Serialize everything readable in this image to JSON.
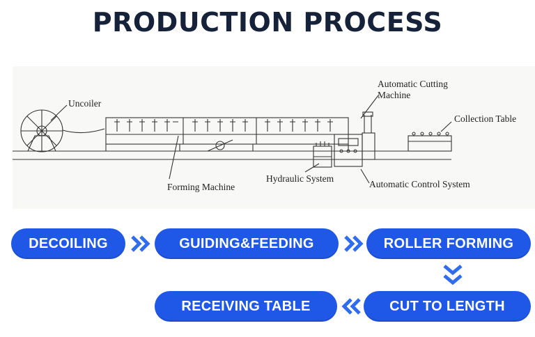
{
  "title": "PRODUCTION PROCESS",
  "diagram": {
    "labels": {
      "uncoiler": "Uncoiler",
      "forming_machine": "Forming Machine",
      "hydraulic_system": "Hydraulic System",
      "cutting_line1": "Automatic Cutting",
      "cutting_line2": "Machine",
      "collection_table": "Collection Table",
      "control_system": "Automatic Control System"
    }
  },
  "steps": {
    "step1": "DECOILING",
    "step2": "GUIDING&FEEDING",
    "step3": "ROLLER FORMING",
    "step4": "CUT TO LENGTH",
    "step5": "RECEIVING TABLE"
  },
  "colors": {
    "accent": "#1f58e6",
    "arrow": "#2f6cf0",
    "title": "#16213a"
  },
  "icons": {
    "arrow_right": "double-chevron-right-icon",
    "arrow_down": "double-chevron-down-icon",
    "arrow_left": "double-chevron-left-icon"
  }
}
